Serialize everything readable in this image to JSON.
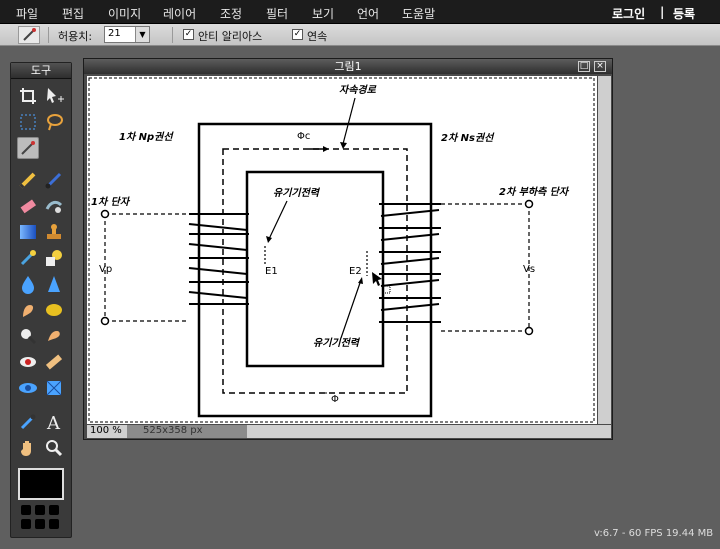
{
  "menu": {
    "items": [
      "파일",
      "편집",
      "이미지",
      "레이어",
      "조정",
      "필터",
      "보기",
      "언어",
      "도움말"
    ],
    "login": "로그인",
    "divider": "|",
    "register": "등록"
  },
  "options": {
    "tolerance_label": "허용치:",
    "tolerance_value": "21",
    "antialias_label": "안티 알리아스",
    "antialias_checked": true,
    "contiguous_label": "연속",
    "contiguous_checked": true
  },
  "tools": {
    "title": "도구",
    "foreground_color": "#000000"
  },
  "document": {
    "title": "그림1",
    "zoom": "100",
    "zoom_unit": "%",
    "dimensions": "525x358 px"
  },
  "diagram": {
    "label_leakage_flux": "자속경로",
    "label_phi_c": "Φc",
    "label_primary_coil": "1차 Np권선",
    "label_secondary_coil": "2차 Ns권선",
    "label_primary_terminal": "1차 단자",
    "label_secondary_terminal": "2차 부하측 단자",
    "label_induced_emf_1": "유기기전력",
    "label_induced_emf_2": "유기기전력",
    "label_vp": "Vp",
    "label_vs": "Vs",
    "label_e1": "E1",
    "label_e2": "E2",
    "label_phi": "Φ"
  },
  "status": {
    "fps_text": "v:6.7 - 60 FPS 19.44 MB"
  }
}
